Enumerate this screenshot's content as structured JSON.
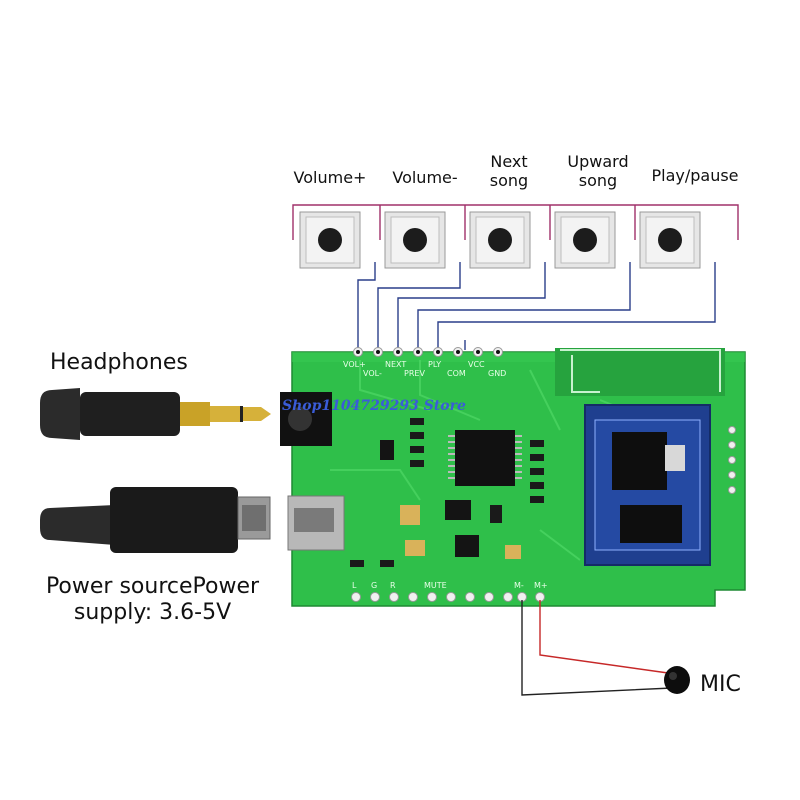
{
  "buttons": [
    {
      "label": "Volume+"
    },
    {
      "label": "Volume-"
    },
    {
      "label": "Next\nsong"
    },
    {
      "label": "Upward\nsong"
    },
    {
      "label": "Play/pause"
    }
  ],
  "headphones_label": "Headphones",
  "power_label": "Power sourcePower\nsupply: 3.6-5V",
  "mic_label": "MIC",
  "watermark": "Shop1104729293 Store",
  "pcb_top_pins": [
    "VOL+",
    "VOL-",
    "NEXT",
    "PREV",
    "PLY",
    "COM",
    "VCC",
    "GND"
  ],
  "pcb_bottom_pins": [
    "L",
    "G",
    "R",
    "MUTE",
    "M-",
    "M+"
  ],
  "colors": {
    "pcb": "#2fbf4a",
    "wire_button_top": "#a0306a",
    "wire_button_signal": "#2a3f8a",
    "wire_mic_red": "#c62828",
    "wire_mic_black": "#222222"
  }
}
